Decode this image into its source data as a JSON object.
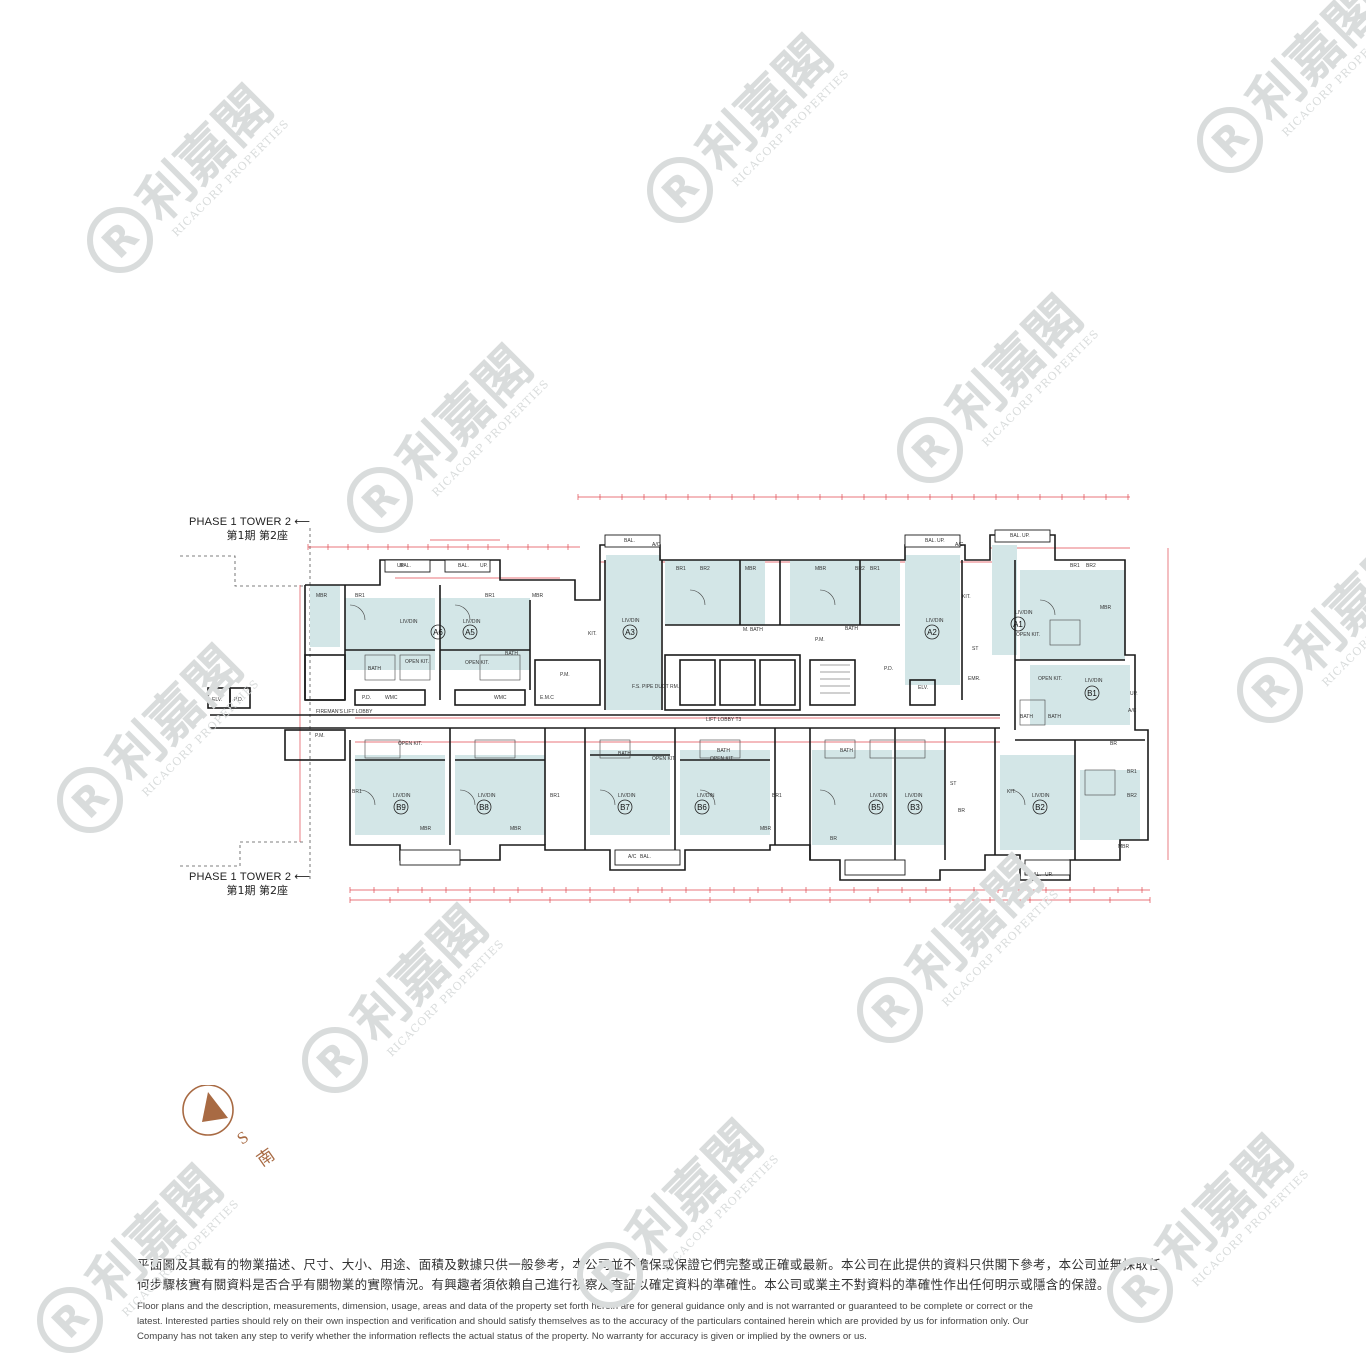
{
  "watermark": {
    "brand_zh": "利嘉閣",
    "brand_en": "RICACORP PROPERTIES",
    "logo_letter": "R",
    "color": "#d9dcdc"
  },
  "tower_label_top": {
    "en": "PHASE 1 TOWER 2",
    "zh": "第1期 第2座"
  },
  "tower_label_bottom": {
    "en": "PHASE 1 TOWER 2",
    "zh": "第1期 第2座"
  },
  "compass": {
    "letter_en": "S",
    "letter_zh": "南",
    "color": "#a86a43"
  },
  "units_north": [
    "A6",
    "A5",
    "A3",
    "A2",
    "A1"
  ],
  "units_east": [
    "B1"
  ],
  "units_south": [
    "B9",
    "B8",
    "B7",
    "B6",
    "B5",
    "B3",
    "B2"
  ],
  "room_labels": {
    "mbr": "MBR",
    "br1": "BR1",
    "br2": "BR2",
    "livdin": "LIV/DIN",
    "bath": "BATH",
    "open_kit": "OPEN KIT.",
    "kit": "KIT.",
    "bal": "BAL.",
    "up": "UP.",
    "ac": "A/C",
    "pm": "P.M.",
    "emc": "E.M.C",
    "wmc": "WMC",
    "pd": "P.D.",
    "elv": "ELV.",
    "st": "ST",
    "mbath": "M. BATH",
    "emr": "EMR.",
    "br": "BR"
  },
  "core_labels": {
    "firemans_lift_lobby": "FIREMAN'S LIFT LOBBY",
    "lift_lobby": "LIFT LOBBY T3",
    "fs_pipe_duct": "F.S. PIPE DUCT RM."
  },
  "colors": {
    "unit_fill": "#d3e6e7",
    "walls": "#1a1a1a",
    "dims": "#e0484f",
    "watermark": "#d9dcdc"
  },
  "disclaimer": {
    "zh_line1": "平面圖及其載有的物業描述、尺寸、大小、用途、面積及數據只供一般參考，本公司並不擔保或保證它們完整或正確或最新。本公司在此提供的資料只供閣下參考，本公司並無採取任",
    "zh_line2": "何步驟核實有關資料是否合乎有關物業的實際情況。有興趣者須依賴自己進行視察及查証以確定資料的準確性。本公司或業主不對資料的準確性作出任何明示或隱含的保證。",
    "en_line1": "Floor plans and the description, measurements, dimension, usage, areas and data of the property set forth herein are for general guidance only and is not warranted or guaranteed to be complete or correct or the",
    "en_line2": "latest. Interested parties should rely on their own inspection and verification and should satisfy themselves as to the accuracy of the particulars contained herein which are provided by us for information only.  Our",
    "en_line3": "Company has not taken any step to verify whether the information reflects the actual status of the property.  No warranty for accuracy is given or implied by the owners or us."
  }
}
